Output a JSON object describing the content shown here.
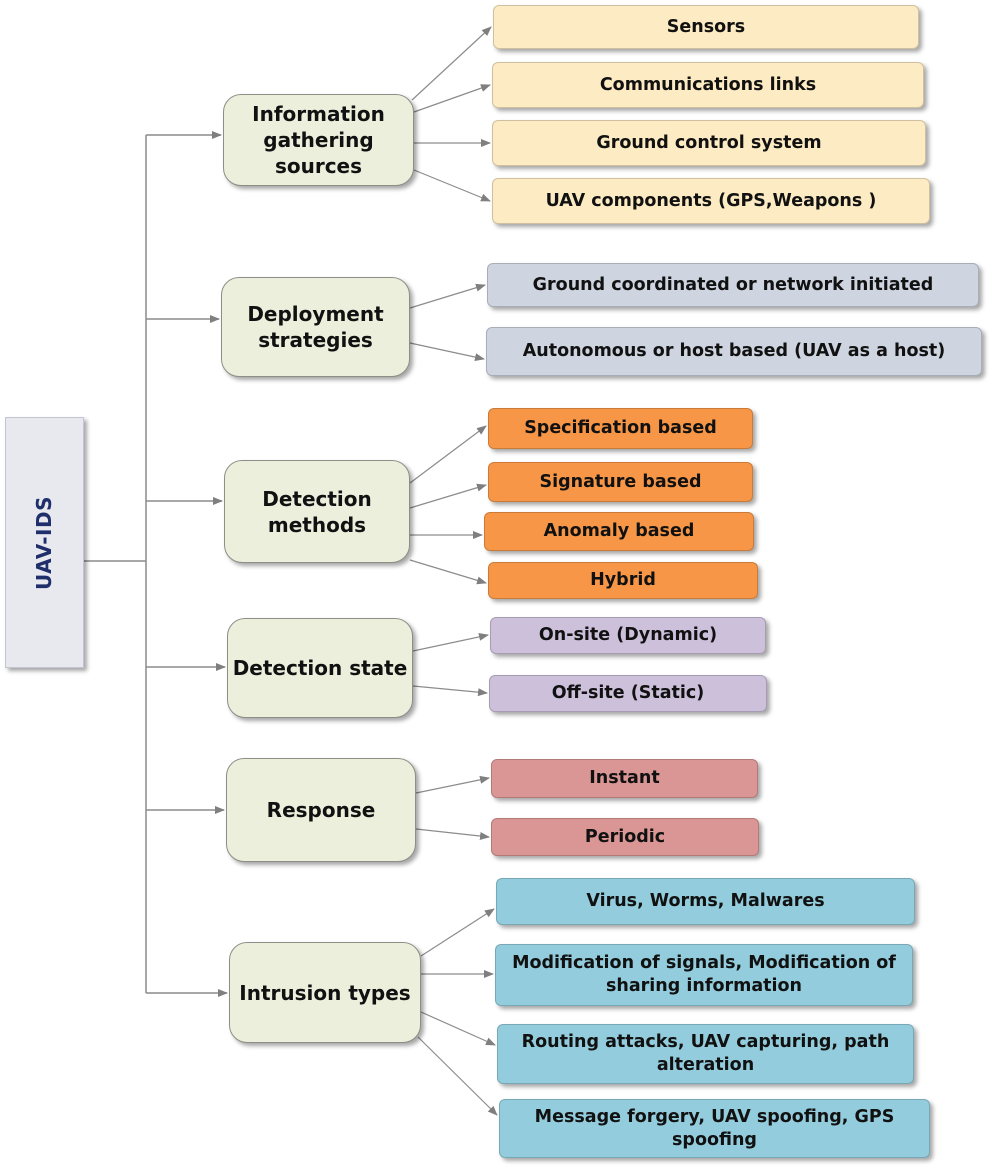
{
  "root": {
    "label": "UAV-IDS"
  },
  "categories": [
    {
      "label": "Information gathering sources",
      "color": "#fdebc3",
      "items": [
        "Sensors",
        "Communications links",
        "Ground control system",
        "UAV components (GPS,Weapons )"
      ]
    },
    {
      "label": "Deployment strategies",
      "color": "#ced4e0",
      "items": [
        "Ground coordinated or network initiated",
        "Autonomous or host based (UAV as a host)"
      ]
    },
    {
      "label": "Detection methods",
      "color": "#f79646",
      "items": [
        "Specification based",
        "Signature based",
        "Anomaly based",
        "Hybrid"
      ]
    },
    {
      "label": "Detection state",
      "color": "#ccc0da",
      "items": [
        "On-site (Dynamic)",
        "Off-site (Static)"
      ]
    },
    {
      "label": "Response",
      "color": "#da9694",
      "items": [
        "Instant",
        "Periodic"
      ]
    },
    {
      "label": "Intrusion types",
      "color": "#93cddd",
      "items": [
        "Virus, Worms, Malwares",
        "Modification of signals, Modification of sharing information",
        "Routing attacks, UAV capturing, path alteration",
        "Message forgery, UAV spoofing, GPS spoofing"
      ]
    }
  ]
}
